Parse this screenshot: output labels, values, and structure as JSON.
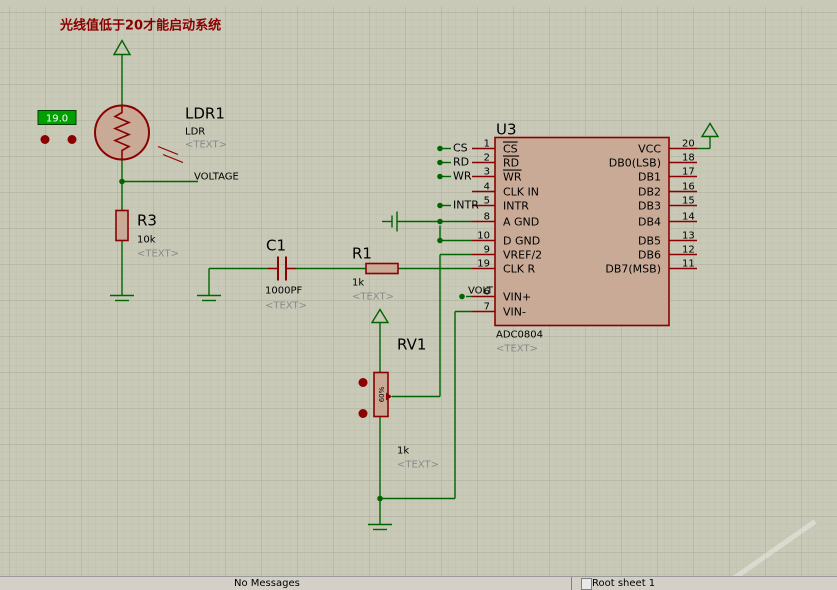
{
  "title": "光线值低于20才能启动系统",
  "ldr": {
    "display": "19.0",
    "ref": "LDR1",
    "value": "LDR",
    "text": "<TEXT>"
  },
  "net": {
    "voltage": "VOLTAGE",
    "volt": "VOLT"
  },
  "r3": {
    "ref": "R3",
    "value": "10k",
    "text": "<TEXT>"
  },
  "c1": {
    "ref": "C1",
    "value": "1000PF",
    "text": "<TEXT>"
  },
  "r1": {
    "ref": "R1",
    "value": "1k",
    "text": "<TEXT>"
  },
  "rv1": {
    "ref": "RV1",
    "percent": "60%",
    "value": "1k",
    "text": "<TEXT>"
  },
  "u3": {
    "ref": "U3",
    "part": "ADC0804",
    "text": "<TEXT>",
    "left_pins": [
      {
        "net": "CS",
        "num": "1",
        "name": "CS"
      },
      {
        "net": "RD",
        "num": "2",
        "name": "RD"
      },
      {
        "net": "WR",
        "num": "3",
        "name": "WR"
      },
      {
        "net": "",
        "num": "4",
        "name": "CLK IN"
      },
      {
        "net": "INTR",
        "num": "5",
        "name": "INTR"
      },
      {
        "net": "",
        "num": "8",
        "name": "A GND"
      },
      {
        "net": "",
        "num": "10",
        "name": "D GND"
      },
      {
        "net": "",
        "num": "9",
        "name": "VREF/2"
      },
      {
        "net": "",
        "num": "19",
        "name": "CLK R"
      },
      {
        "net": "",
        "num": "6",
        "name": "VIN+"
      },
      {
        "net": "",
        "num": "7",
        "name": "VIN-"
      }
    ],
    "right_pins": [
      {
        "num": "20",
        "name": "VCC"
      },
      {
        "num": "18",
        "name": "DB0(LSB)"
      },
      {
        "num": "17",
        "name": "DB1"
      },
      {
        "num": "16",
        "name": "DB2"
      },
      {
        "num": "15",
        "name": "DB3"
      },
      {
        "num": "14",
        "name": "DB4"
      },
      {
        "num": "13",
        "name": "DB5"
      },
      {
        "num": "12",
        "name": "DB6"
      },
      {
        "num": "11",
        "name": "DB7(MSB)"
      }
    ]
  },
  "status": {
    "messages": "No Messages",
    "sheet": "Root sheet 1"
  },
  "colors": {
    "background": "#c9c9b8",
    "wire": "#006400",
    "component": "#8b0000",
    "body_fill": "#c8aa96",
    "display_fill": "#00a000",
    "title": "#8b0000"
  }
}
